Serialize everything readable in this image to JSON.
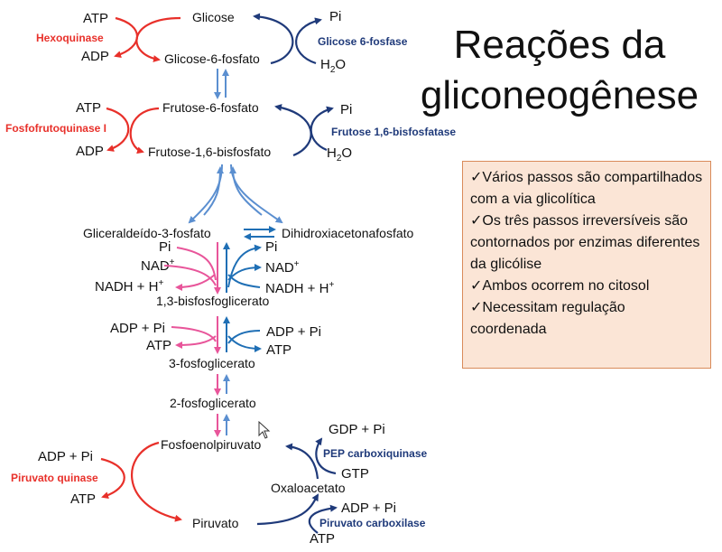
{
  "title": {
    "line1": "Reações da",
    "line2": "gliconeogênese"
  },
  "notes": [
    "✓Vários passos são compartilhados  com a via glicolítica",
    "✓Os três passos irreversíveis são contornados por enzimas diferentes da glicólise",
    "✓Ambos ocorrem no citosol",
    "✓Necessitam regulação coordenada"
  ],
  "metabolites": {
    "glicose": "Glicose",
    "g6p": "Glicose-6-fosfato",
    "f6p": "Frutose-6-fosfato",
    "f16bp": "Frutose-1,6-bisfosfato",
    "g3p": "Gliceraldeído-3-fosfato",
    "dhap": "Dihidroxiacetonafosfato",
    "bpg13": "1,3-bisfosfoglicerato",
    "pg3": "3-fosfoglicerato",
    "pg2": "2-fosfoglicerato",
    "pep": "Fosfoenolpiruvato",
    "oaa": "Oxaloacetato",
    "piruvato": "Piruvato"
  },
  "cofactors": {
    "atp": "ATP",
    "adp": "ADP",
    "pi": "Pi",
    "h2o_h": "H",
    "h2o_sub": "2",
    "h2o_o": "O",
    "nad": "NAD",
    "plus": "+",
    "nadh": "NADH + H",
    "adp_pi": "ADP + Pi",
    "gdp_pi": "GDP + Pi",
    "gtp": "GTP"
  },
  "enzymes": {
    "hexoquinase": "Hexoquinase",
    "glicose6fosfase": "Glicose 6-fosfase",
    "fosfofrutoquinase": "Fosfofrutoquinase I",
    "frutose16bisfosfatase": "Frutose 1,6-bisfosfatase",
    "pep_carboxiquinase": "PEP carboxiquinase",
    "piruvato_quinase": "Piruvato quinase",
    "piruvato_carboxilase": "Piruvato carboxilase"
  },
  "colors": {
    "red": "#e8302a",
    "navy": "#1f3a7a",
    "blue": "#1f6fb5",
    "lightblue": "#5b8fd0",
    "pink": "#e8559a",
    "box_bg": "#fbe5d6",
    "box_border": "#d98b5a"
  }
}
